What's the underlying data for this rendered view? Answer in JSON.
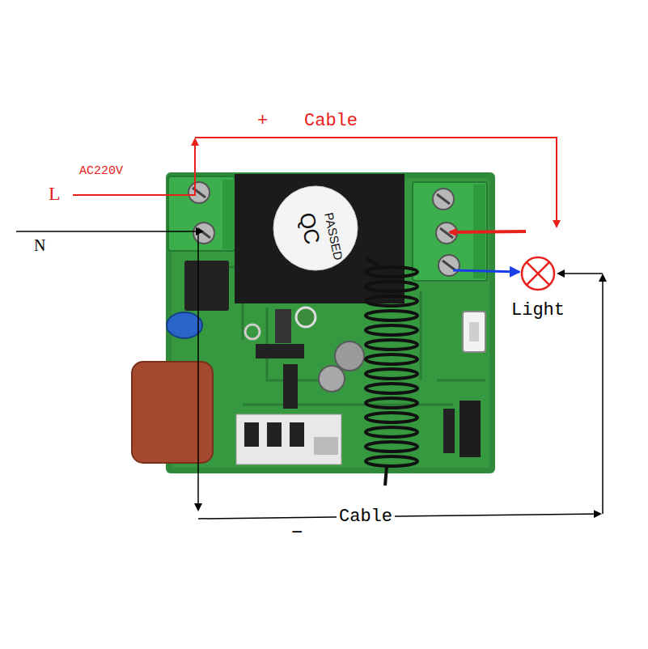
{
  "diagram": {
    "nodes": [
      {
        "text": [
          "Light"
        ]
      }
    ],
    "labels": [
      "L",
      "AC220V",
      "N",
      "+",
      "Cable",
      "Cable",
      "−",
      "QC",
      "PASSED"
    ]
  }
}
